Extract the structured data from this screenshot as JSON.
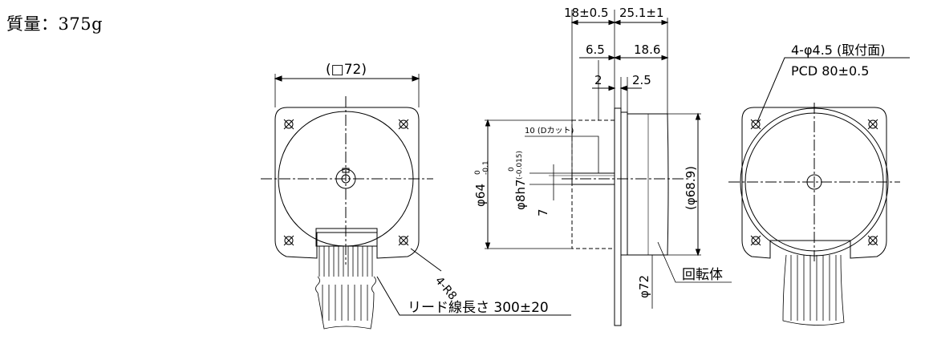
{
  "mass": "質量：375g",
  "front_view": {
    "square_dim": "(□72)",
    "corner_radius": "4-R8"
  },
  "side_view": {
    "overall_left": "18±0.5",
    "overall_right": "25.1±1",
    "dim_6_5": "6.5",
    "dim_18_6": "18.6",
    "dim_2": "2",
    "dim_2_5": "2.5",
    "d_cut": "10 (Dカット)",
    "body_dia": "φ64",
    "body_tol_upper": "0",
    "body_tol_lower": "-0.1",
    "shaft_dia": "φ8h7",
    "shaft_tol": "(-0.015)",
    "shaft_tol_zero": "0",
    "dim_7": "7",
    "rotor_dia": "(φ68.9)",
    "flange_dia": "φ72",
    "rotor_label": "回転体",
    "lead_length": "リード線長さ 300±20"
  },
  "rear_view": {
    "holes": "4-φ4.5 (取付面)",
    "pcd": "PCD 80±0.5"
  }
}
